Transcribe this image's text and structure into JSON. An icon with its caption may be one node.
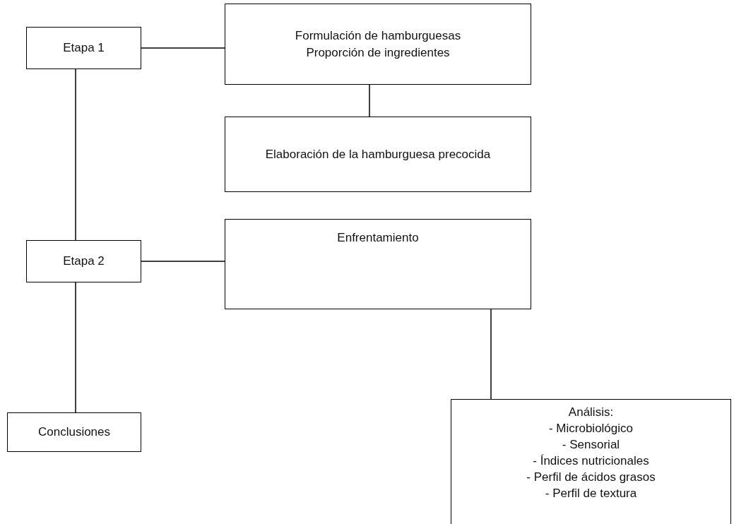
{
  "diagram": {
    "nodes": [
      {
        "text": [
          "Etapa 1"
        ]
      },
      {
        "text": [
          "Formulación de hamburguesas",
          "Proporción de ingredientes"
        ]
      },
      {
        "text": [
          "Elaboración de la hamburguesa precocida"
        ]
      },
      {
        "text": [
          "Etapa 2"
        ]
      },
      {
        "text": [
          "Enfrentamiento"
        ]
      },
      {
        "text": [
          "Conclusiones"
        ]
      },
      {
        "text": [
          "Análisis:",
          "- Microbiológico",
          "- Sensorial",
          "- Índices nutricionales",
          "- Perfil de ácidos grasos",
          "- Perfil de textura"
        ]
      }
    ],
    "edges": [
      {
        "from": 0,
        "to": 1,
        "arrow": "none"
      },
      {
        "from": 1,
        "to": 2,
        "arrow": "none"
      },
      {
        "from": 0,
        "to": 3,
        "arrow": "none"
      },
      {
        "from": 3,
        "to": 4,
        "arrow": "none"
      },
      {
        "from": 3,
        "to": 5,
        "arrow": "none"
      },
      {
        "from": 4,
        "to": 6,
        "arrow": "none"
      }
    ]
  }
}
